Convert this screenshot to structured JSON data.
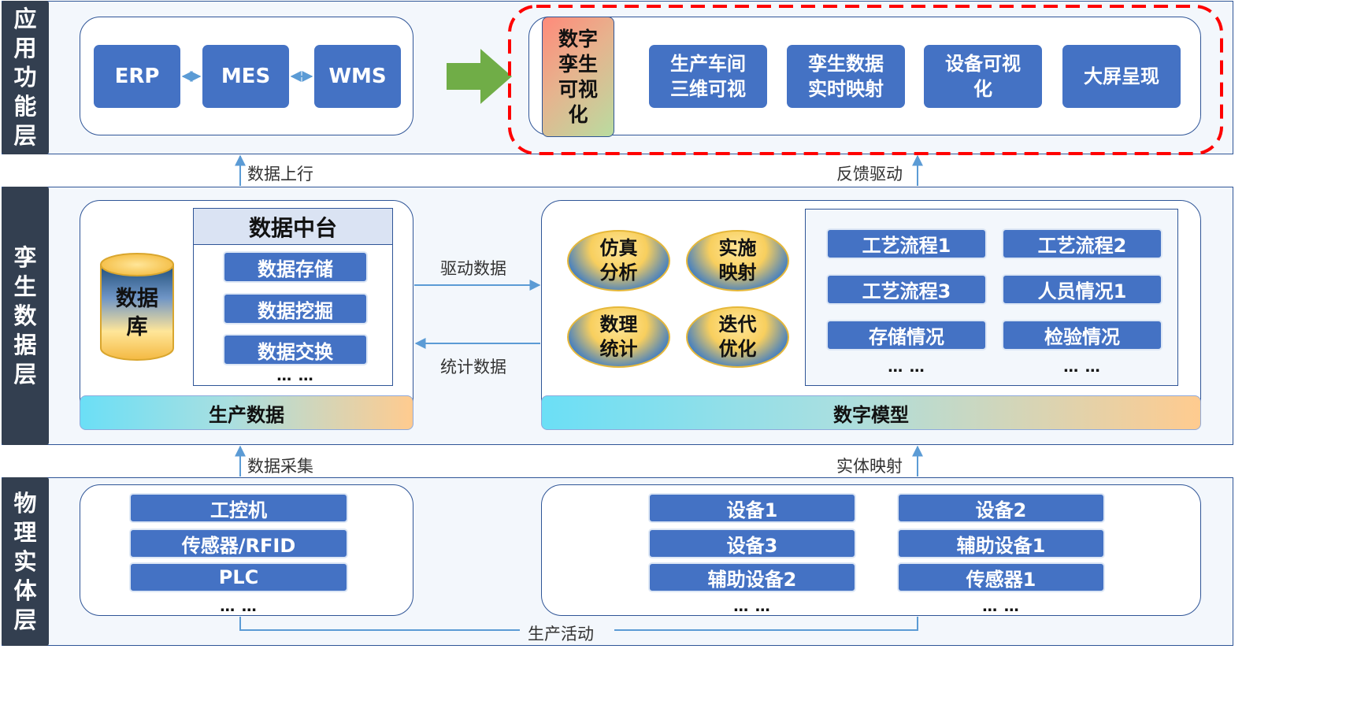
{
  "layers": {
    "app": {
      "title": "应用功能层"
    },
    "twin": {
      "title": "孪生数据层"
    },
    "physical": {
      "title": "物理实体层"
    }
  },
  "app": {
    "systems": [
      "ERP",
      "MES",
      "WMS"
    ],
    "twin_viz_label": "数字孪生可视化",
    "features": [
      "生产车间三维可视",
      "孪生数据实时映射",
      "设备可视化",
      "大屏呈现"
    ]
  },
  "flows": {
    "data_up": "数据上行",
    "feedback_drive": "反馈驱动",
    "drive_data": "驱动数据",
    "stat_data": "统计数据",
    "data_collect": "数据采集",
    "entity_map": "实体映射",
    "production_activity": "生产活动"
  },
  "twin": {
    "database_label": "数据库",
    "data_platform": {
      "title": "数据中台",
      "items": [
        "数据存储",
        "数据挖掘",
        "数据交换"
      ],
      "more": "… …"
    },
    "production_data_label": "生产数据",
    "model_ops": [
      "仿真分析",
      "实施映射",
      "数理统计",
      "迭代优化"
    ],
    "model_items": {
      "left": [
        "工艺流程1",
        "工艺流程3",
        "存储情况"
      ],
      "right": [
        "工艺流程2",
        "人员情况1",
        "检验情况"
      ],
      "more": "… …"
    },
    "digital_model_label": "数字模型"
  },
  "physical": {
    "control": {
      "items": [
        "工控机",
        "传感器/RFID",
        "PLC"
      ],
      "more": "… …"
    },
    "equipment": {
      "left": [
        "设备1",
        "设备3",
        "辅助设备2"
      ],
      "right": [
        "设备2",
        "辅助设备1",
        "传感器1"
      ],
      "more": "… …"
    }
  },
  "colors": {
    "primary_blue": "#4472c4",
    "dark_title": "#333f50",
    "highlight_red": "#ff0000",
    "arrow_green": "#70ad47",
    "flow_arrow": "#5b9bd5"
  }
}
